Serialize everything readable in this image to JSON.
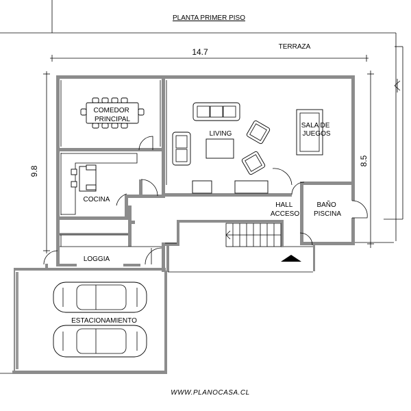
{
  "title": "PLANTA PRIMER PISO",
  "dimensions": {
    "width": "14.7",
    "depth": "9.8",
    "side": "8.5"
  },
  "rooms": {
    "terraza": "TERRAZA",
    "comedor": [
      "COMEDOR",
      "PRINCIPAL"
    ],
    "living": "LIVING",
    "sala": [
      "SALA DE",
      "JUEGOS"
    ],
    "cocina": "COCINA",
    "hall": [
      "HALL",
      "ACCESO"
    ],
    "bano": [
      "BAÑO",
      "PISCINA"
    ],
    "loggia": "LOGGIA",
    "estacionamiento": "ESTACIONAMIENTO"
  },
  "footer": "WWW.PLANOCASA.CL",
  "colors": {
    "wall": "#8c8c8c",
    "line": "#000000",
    "background": "#ffffff"
  }
}
